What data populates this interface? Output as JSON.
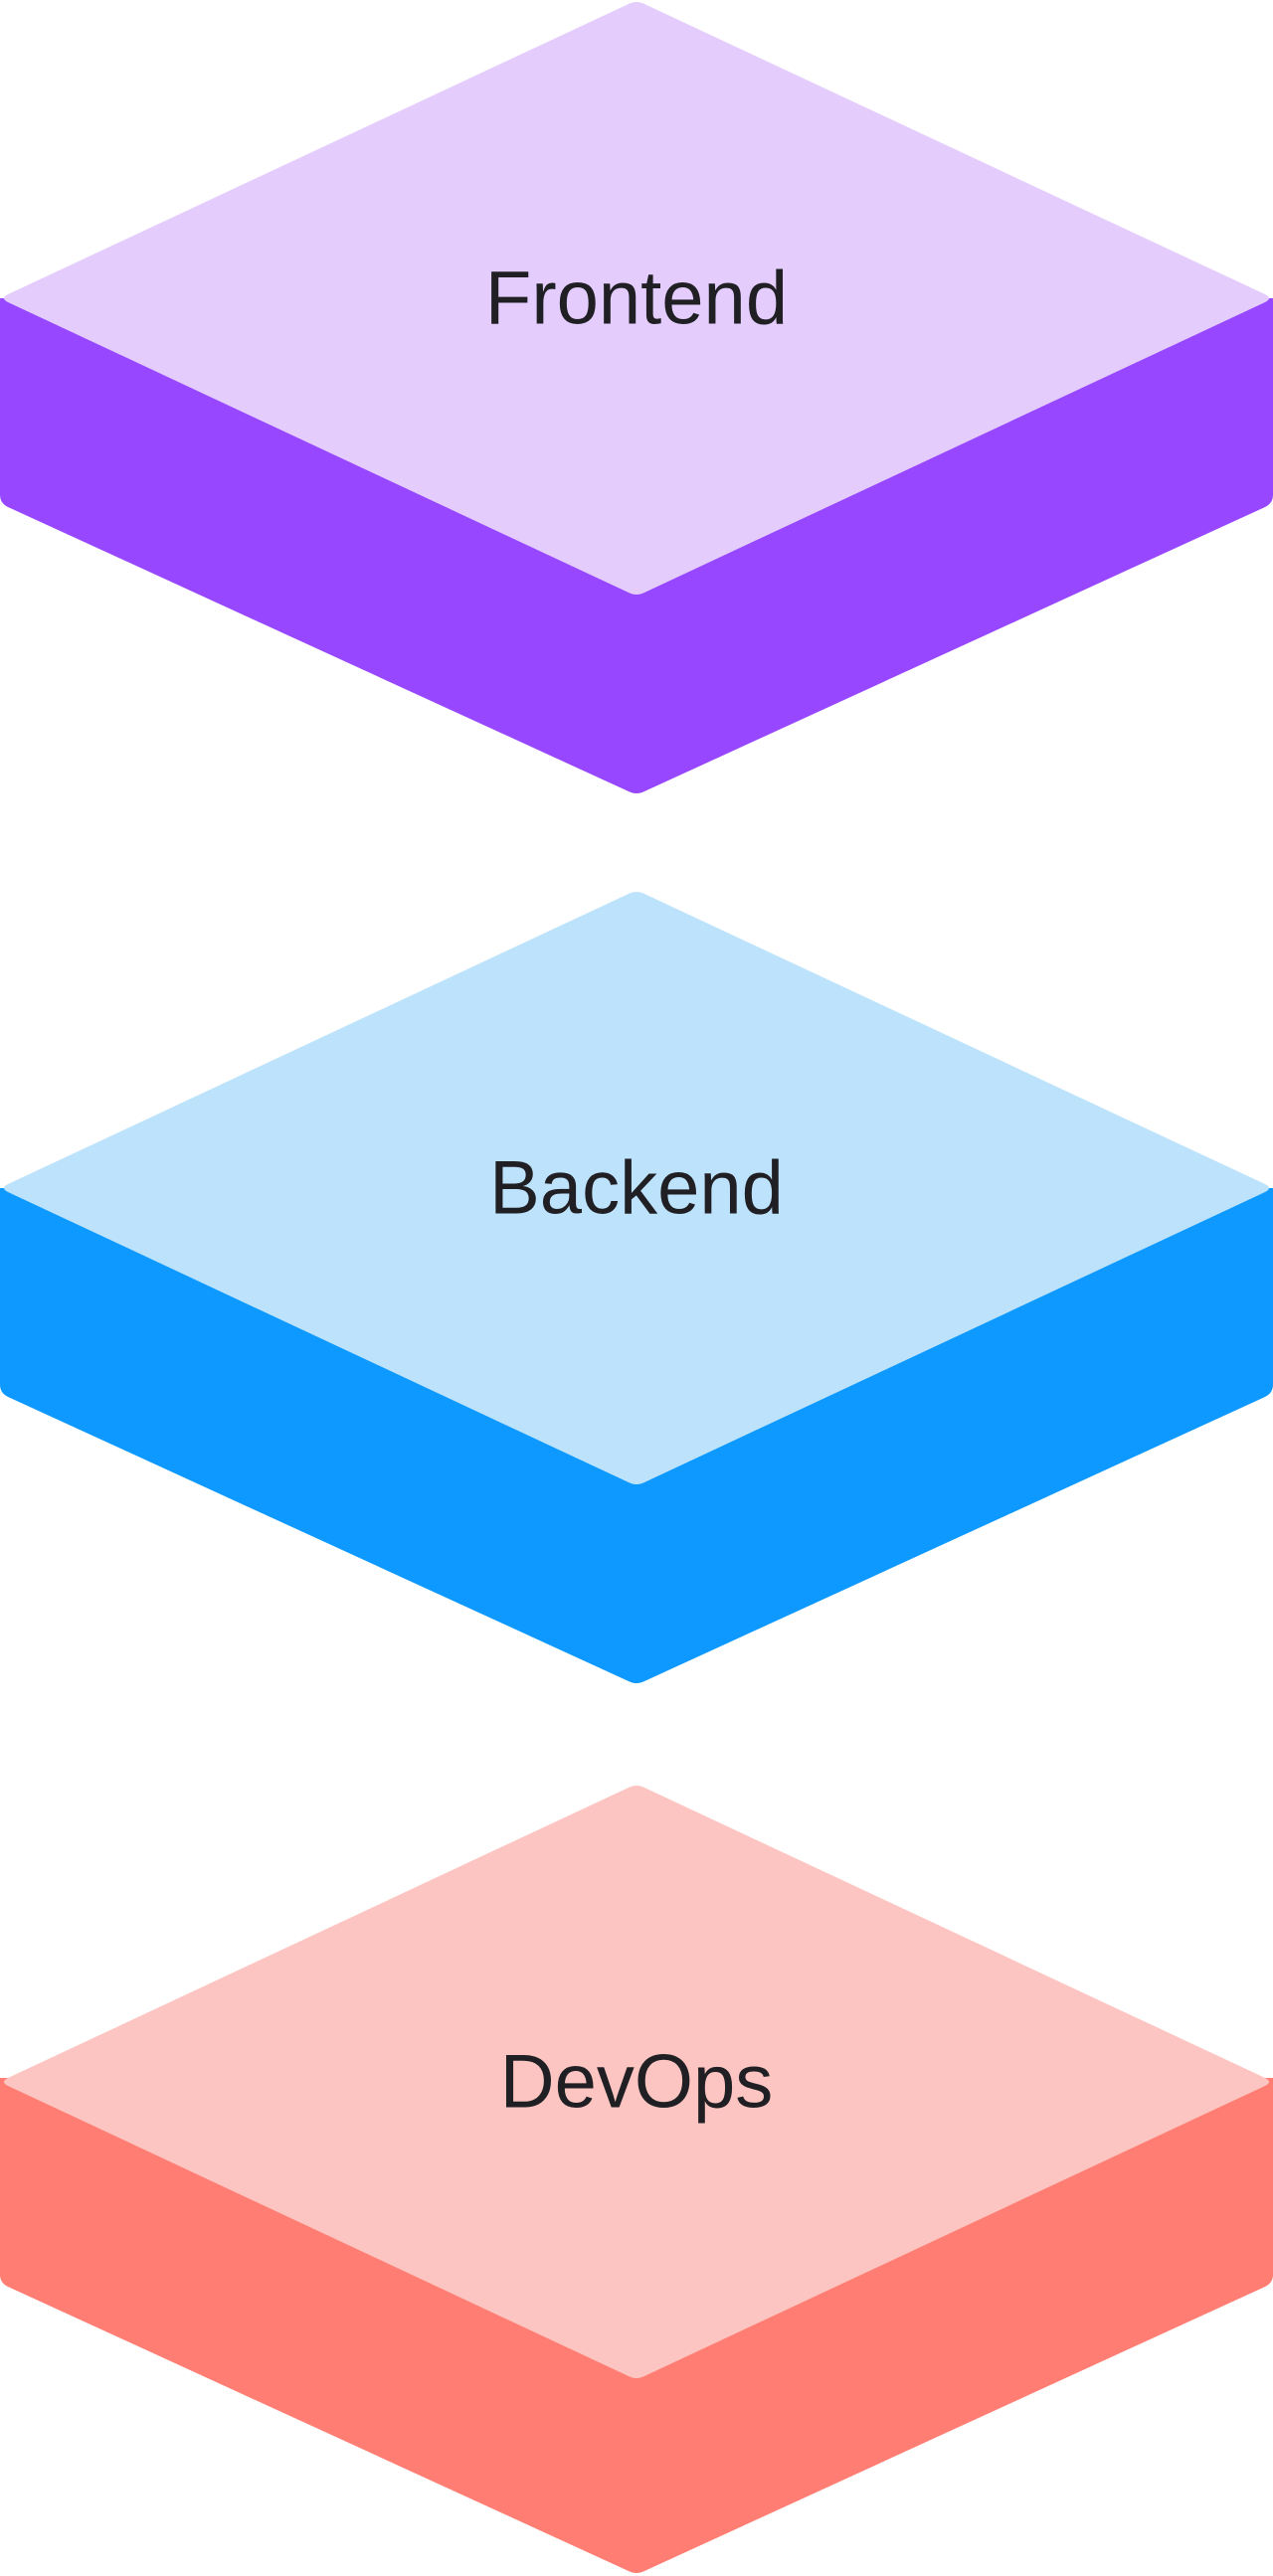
{
  "diagram": {
    "layers": [
      {
        "label": "Frontend",
        "top_color": "#e4cdfd",
        "side_color": "#9747ff"
      },
      {
        "label": "Backend",
        "top_color": "#bde3fc",
        "side_color": "#0d99ff"
      },
      {
        "label": "DevOps",
        "top_color": "#fcc5c1",
        "side_color": "#ff7d72"
      }
    ]
  }
}
